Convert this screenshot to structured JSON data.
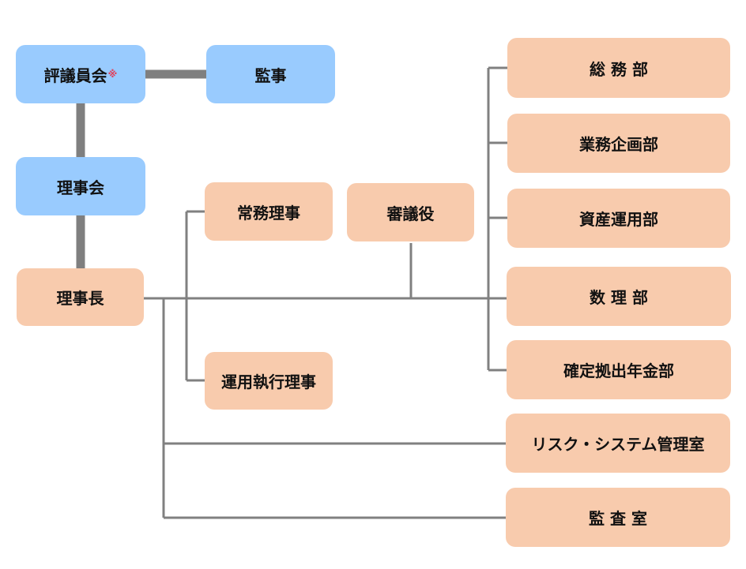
{
  "colors": {
    "governance_box": "#99cbfe",
    "executive_box": "#f8cbad",
    "thick_connector": "#7f7f7f",
    "thin_connector": "#808080",
    "note_mark": "#e0405a"
  },
  "nodes": {
    "council": {
      "label": "評議員会",
      "note": "※"
    },
    "auditor": {
      "label": "監事"
    },
    "board": {
      "label": "理事会"
    },
    "president": {
      "label": "理事長"
    },
    "managing_director": {
      "label": "常務理事"
    },
    "councilor": {
      "label": "審議役"
    },
    "investment_director": {
      "label": "運用執行理事"
    },
    "general_affairs": {
      "label": "総 務 部"
    },
    "business_planning": {
      "label": "業務企画部"
    },
    "asset_management": {
      "label": "資産運用部"
    },
    "actuarial": {
      "label": "数 理 部"
    },
    "dc_pension": {
      "label": "確定拠出年金部"
    },
    "risk_systems": {
      "label": "リスク・システム管理室"
    },
    "audit_office": {
      "label": "監 査 室"
    }
  }
}
